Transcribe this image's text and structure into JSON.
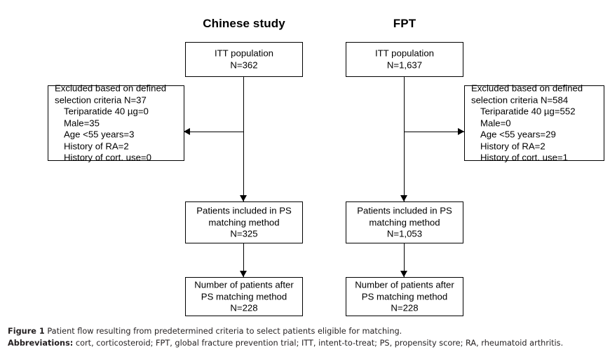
{
  "figure": {
    "columns": [
      {
        "id": "chinese",
        "title": "Chinese study"
      },
      {
        "id": "fpt",
        "title": "FPT"
      }
    ],
    "nodes": {
      "itt_chinese": {
        "lines": [
          "ITT population",
          "N=362"
        ]
      },
      "itt_fpt": {
        "lines": [
          "ITT population",
          "N=1,637"
        ]
      },
      "excl_chinese": {
        "lines": [
          "Excluded based on defined",
          "selection criteria N=37",
          "Teriparatide 40 µg=0",
          "Male=35",
          "Age <55 years=3",
          "History of RA=2",
          "History of cort. use=0"
        ]
      },
      "excl_fpt": {
        "lines": [
          "Excluded based on defined",
          "selection criteria N=584",
          "Teriparatide 40 µg=552",
          "Male=0",
          "Age <55 years=29",
          "History of RA=2",
          "History of cort. use=1"
        ]
      },
      "ps_chinese": {
        "lines": [
          "Patients included in PS",
          "matching method",
          "N=325"
        ]
      },
      "ps_fpt": {
        "lines": [
          "Patients included in PS",
          "matching method",
          "N=1,053"
        ]
      },
      "final_chinese": {
        "lines": [
          "Number of patients after",
          "PS matching method",
          "N=228"
        ]
      },
      "final_fpt": {
        "lines": [
          "Number of patients after",
          "PS matching method",
          "N=228"
        ]
      }
    }
  },
  "caption": {
    "figure_label": "Figure 1",
    "figure_text": " Patient flow resulting from predetermined criteria to select patients eligible for matching.",
    "abbrev_label": "Abbreviations:",
    "abbrev_text": " cort, corticosteroid; FPT, global fracture prevention trial; ITT, intent-to-treat; PS, propensity score; RA, rheumatoid arthritis."
  }
}
